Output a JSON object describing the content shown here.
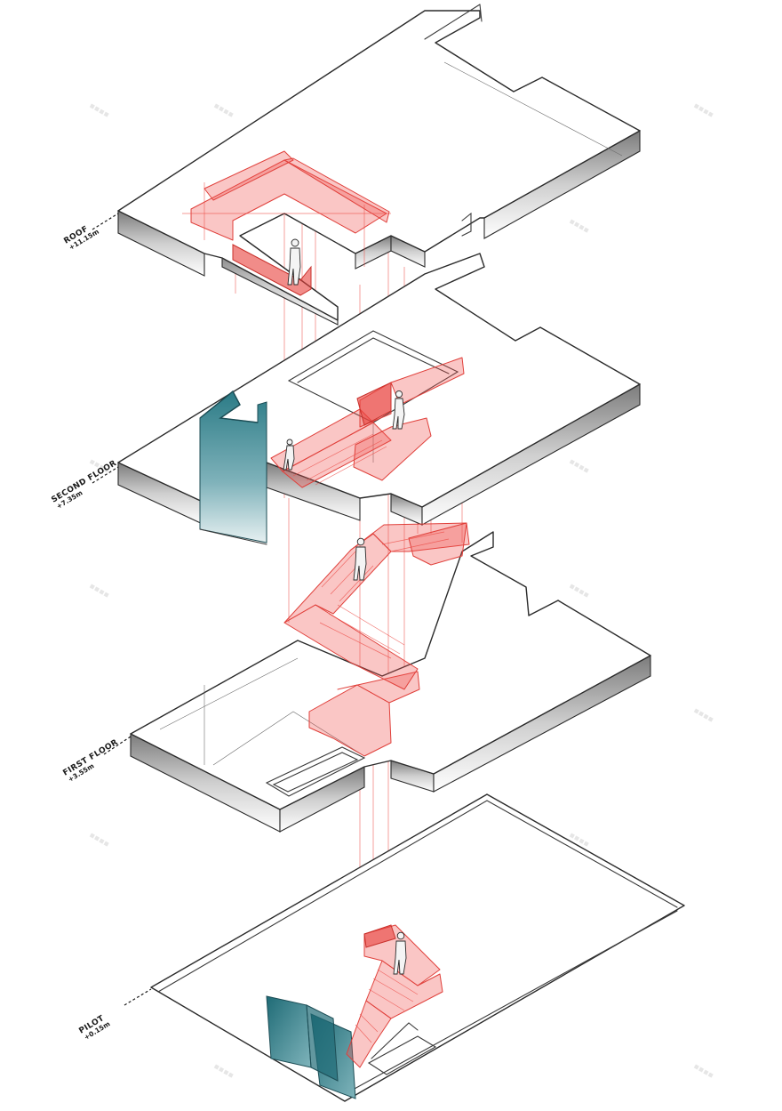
{
  "levels": [
    {
      "name": "ROOF",
      "elevation": "+11.15m"
    },
    {
      "name": "SECOND FLOOR",
      "elevation": "+7.35m"
    },
    {
      "name": "FIRST FLOOR",
      "elevation": "+3.55m"
    },
    {
      "name": "PILOT",
      "elevation": "+0.15m"
    }
  ],
  "colors": {
    "stair_red": "#ec4a44",
    "core_teal": "#2b7b86",
    "outline": "#2b2b2b"
  }
}
